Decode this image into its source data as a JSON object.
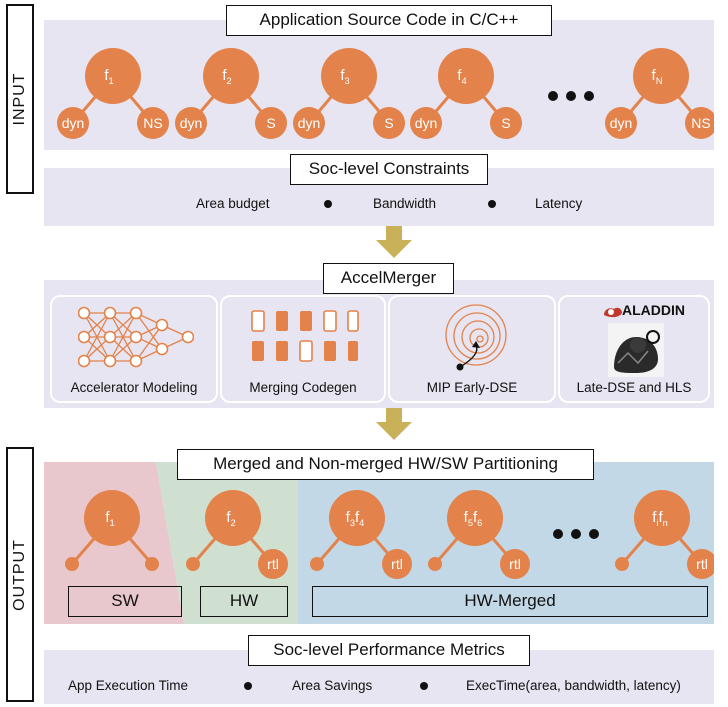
{
  "side_labels": {
    "input": "INPUT",
    "output": "OUTPUT"
  },
  "input": {
    "title": "Application Source Code in C/C++",
    "functions": [
      {
        "name": "f",
        "sub": "1",
        "left": "dyn",
        "right": "NS"
      },
      {
        "name": "f",
        "sub": "2",
        "left": "dyn",
        "right": "S"
      },
      {
        "name": "f",
        "sub": "3",
        "left": "dyn",
        "right": "S"
      },
      {
        "name": "f",
        "sub": "4",
        "left": "dyn",
        "right": "S"
      },
      {
        "name": "f",
        "sub": "N",
        "left": "dyn",
        "right": "NS"
      }
    ],
    "constraints_title": "Soc-level Constraints",
    "constraints": [
      "Area budget",
      "Bandwidth",
      "Latency"
    ]
  },
  "accelmerger": {
    "title": "AccelMerger",
    "stages": [
      "Accelerator Modeling",
      "Merging Codegen",
      "MIP Early-DSE",
      "Late-DSE and HLS"
    ],
    "aladdin_logo": "ALADDIN"
  },
  "output": {
    "title": "Merged and Non-merged HW/SW Partitioning",
    "functions": [
      {
        "label": "f",
        "sub": "1",
        "tag": ""
      },
      {
        "label": "f",
        "sub": "2",
        "tag": "rtl"
      },
      {
        "label": "f",
        "sub": "3",
        "label2": "f",
        "sub2": "4",
        "tag": "rtl"
      },
      {
        "label": "f",
        "sub": "5",
        "label2": "f",
        "sub2": "6",
        "tag": "rtl"
      },
      {
        "label": "f",
        "sub": "i",
        "label2": "f",
        "sub2": "n",
        "tag": "rtl"
      }
    ],
    "partitions": [
      "SW",
      "HW",
      "HW-Merged"
    ],
    "metrics_title": "Soc-level Performance Metrics",
    "metrics": [
      "App Execution Time",
      "Area Savings",
      "ExecTime(area, bandwidth, latency)"
    ]
  },
  "colors": {
    "node": "#e3824a",
    "panel": "#e6e5f1",
    "sw_region": "#e8c8cd",
    "hw_region": "#cfe0d1",
    "merged_region": "#c2d8e6",
    "arrow": "#c9b15a"
  }
}
